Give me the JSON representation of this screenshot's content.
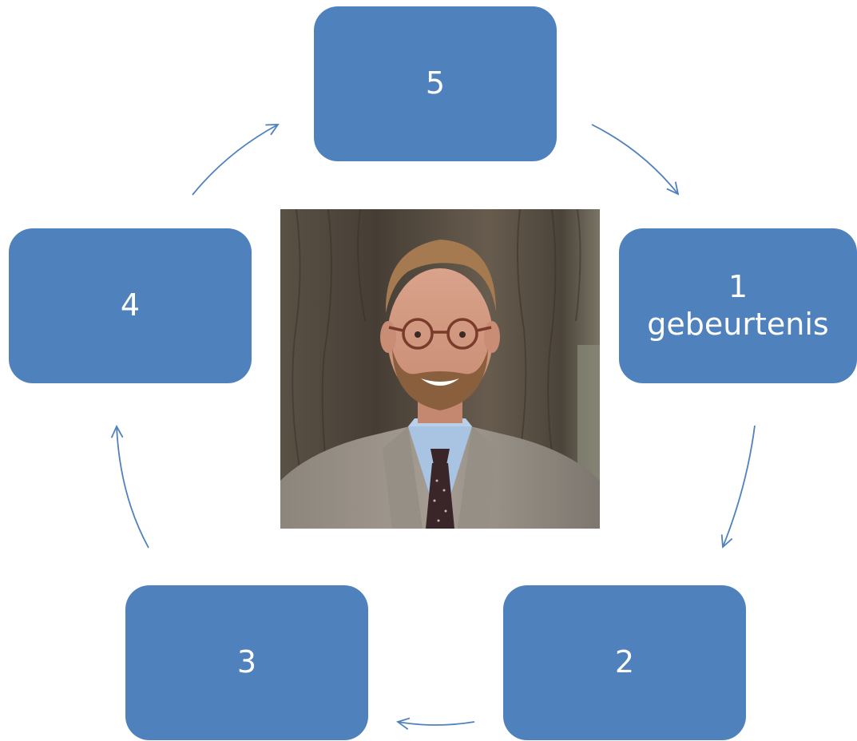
{
  "diagram": {
    "nodes": [
      {
        "id": "node-5",
        "number": "5",
        "label": ""
      },
      {
        "id": "node-1",
        "number": "1",
        "label": "gebeurtenis"
      },
      {
        "id": "node-2",
        "number": "2",
        "label": ""
      },
      {
        "id": "node-3",
        "number": "3",
        "label": ""
      },
      {
        "id": "node-4",
        "number": "4",
        "label": ""
      }
    ],
    "arrows": [
      {
        "from": "5",
        "to": "1"
      },
      {
        "from": "1",
        "to": "2"
      },
      {
        "from": "2",
        "to": "3"
      },
      {
        "from": "3",
        "to": "4"
      },
      {
        "from": "4",
        "to": "5"
      }
    ],
    "colors": {
      "node_fill": "#4f81bd",
      "node_text": "#ffffff",
      "arrow": "#4f81bd"
    },
    "center_image": "portrait-photo"
  }
}
